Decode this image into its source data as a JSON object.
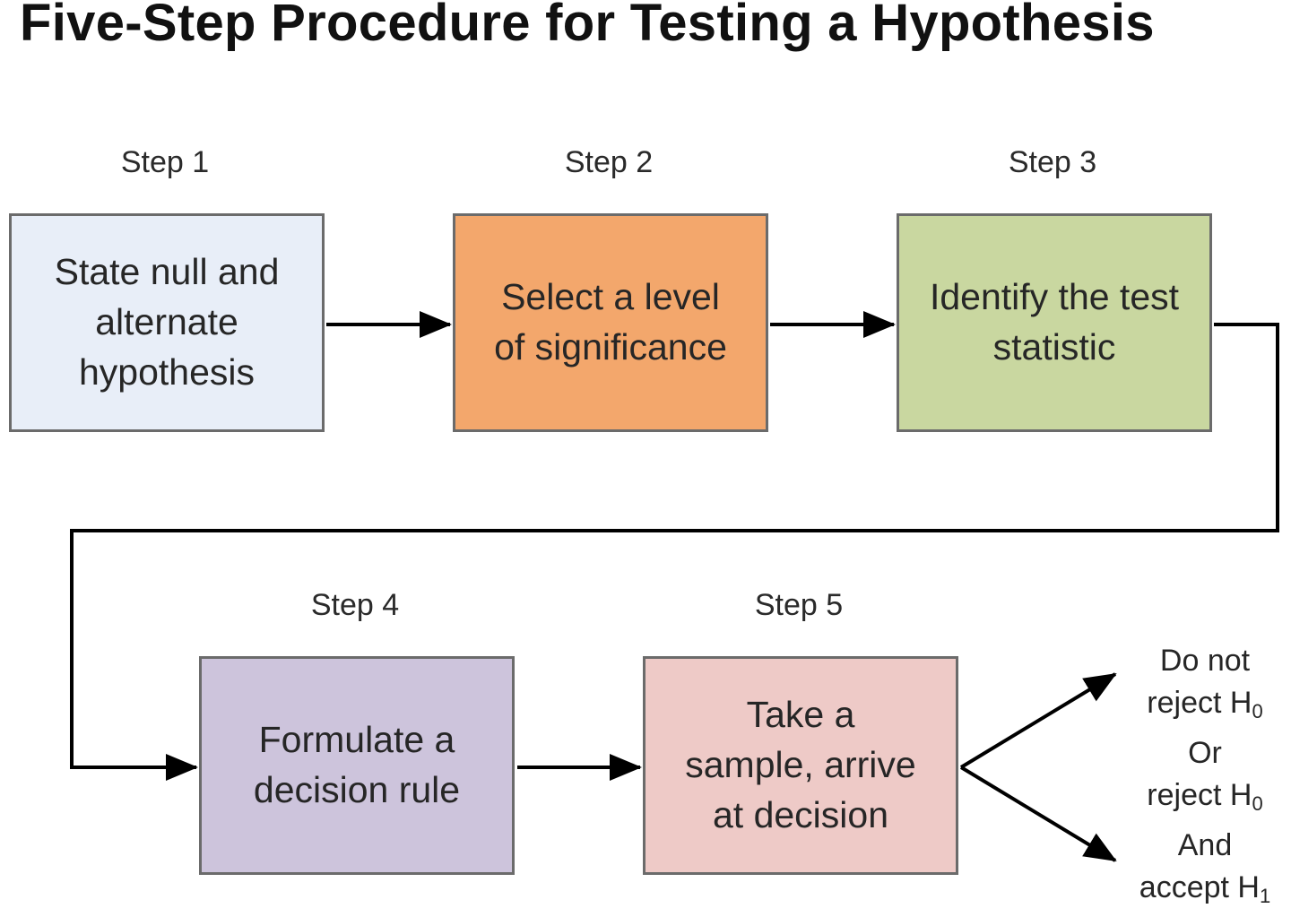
{
  "title": "Five-Step Procedure for Testing a Hypothesis",
  "steps": [
    {
      "label": "Step 1",
      "lines": [
        "State null and",
        "alternate",
        "hypothesis"
      ],
      "color": "#e8eef8"
    },
    {
      "label": "Step 2",
      "lines": [
        "Select a level",
        "of significance"
      ],
      "color": "#f3a76c"
    },
    {
      "label": "Step 3",
      "lines": [
        "Identify the test",
        "statistic"
      ],
      "color": "#c9d7a0"
    },
    {
      "label": "Step 4",
      "lines": [
        "Formulate a",
        "decision rule"
      ],
      "color": "#cdc4dc"
    },
    {
      "label": "Step 5",
      "lines": [
        "Take a",
        "sample, arrive",
        "at decision"
      ],
      "color": "#eecac7"
    }
  ],
  "outcome": {
    "line1": "Do not",
    "line2_text": "reject H",
    "line2_sub": "0",
    "line3": "Or",
    "line4_text": "reject H",
    "line4_sub": "0",
    "line5": "And",
    "line6_text": "accept H",
    "line6_sub": "1"
  }
}
